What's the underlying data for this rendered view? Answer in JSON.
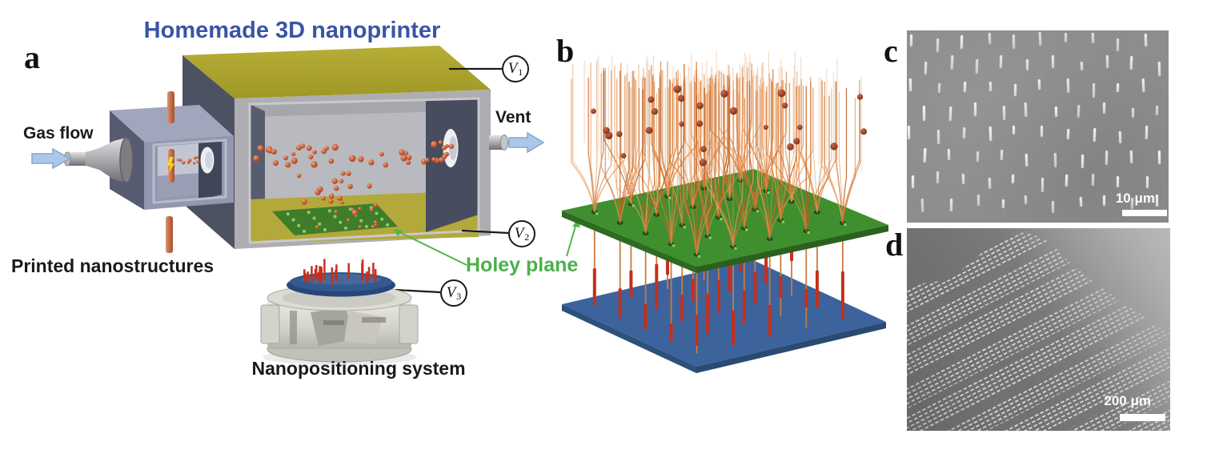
{
  "figure": {
    "title": "Homemade 3D nanoprinter",
    "panels": {
      "a": {
        "label": "a",
        "annotations": {
          "gas_flow": "Gas flow",
          "vent": "Vent",
          "printed_nanostructures": "Printed nanostructures",
          "nanopositioning_system": "Nanopositioning system",
          "holey_plane": "Holey plane"
        },
        "electrodes": {
          "v1": {
            "sym": "V",
            "sub": "1"
          },
          "v2": {
            "sym": "V",
            "sub": "2"
          },
          "v3": {
            "sym": "V",
            "sub": "3"
          }
        }
      },
      "b": {
        "label": "b"
      },
      "c": {
        "label": "c",
        "scale_bar": "10 μm"
      },
      "d": {
        "label": "d",
        "scale_bar": "200 μm"
      }
    },
    "colors": {
      "title_blue": "#3a55a6",
      "holey_green": "#4cb04a",
      "chamber_olive": "#aca432",
      "plane_green": "#3f8f2f",
      "substrate_blue": "#3c639c",
      "nanorod_red": "#c52f1c",
      "particle_orange": "#c2552f",
      "arrow_blue": "#aac8e8",
      "sem_gray": "#8d8d8d"
    }
  }
}
